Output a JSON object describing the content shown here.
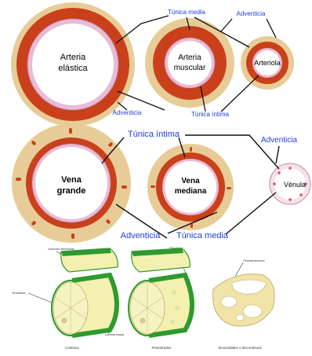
{
  "top_row": {
    "labels": {
      "tunica_media": "Túnica media",
      "adventicia": "Adventicia",
      "tunica_intima": "Túnica íntima"
    },
    "vessels": {
      "arteria_elastica": [
        "Arteria",
        "elástica"
      ],
      "arteria_muscular": [
        "Arteria",
        "muscular"
      ],
      "arteriola": "Arteriola"
    }
  },
  "middle_row": {
    "labels": {
      "tunica_intima": "Túnica íntima",
      "adventicia_right": "Adventicia",
      "adventicia_bottom": "Adventicia",
      "tunica_media": "Túnica media"
    },
    "vessels": {
      "vena_grande": [
        "Vena",
        "grande"
      ],
      "vena_mediana": [
        "Vena",
        "mediana"
      ],
      "venula": "Vénula"
    }
  },
  "bottom_row": {
    "labels": {
      "uniones_estrechas": "Uniones estrechas",
      "pericitos": "Pericitos",
      "endotelio": "Endotelio",
      "lamina_basal": "Lámina basal",
      "fenestraciones": "Fenestraciones",
      "continuo": "Continuo",
      "fenestrados": "Fenestrados",
      "sinusoidales": "Sinusoidales o discontinuos"
    }
  },
  "colors": {
    "media_red": "#c9401a",
    "adventitia_tan": "#e8cc98",
    "intima_pink": "#e8bcd6",
    "lumen": "#ffffff",
    "label_blue": "#1e3fd6",
    "endothelium_green": "#2e9a2e",
    "capillary_yellow": "#f3f0b0"
  }
}
